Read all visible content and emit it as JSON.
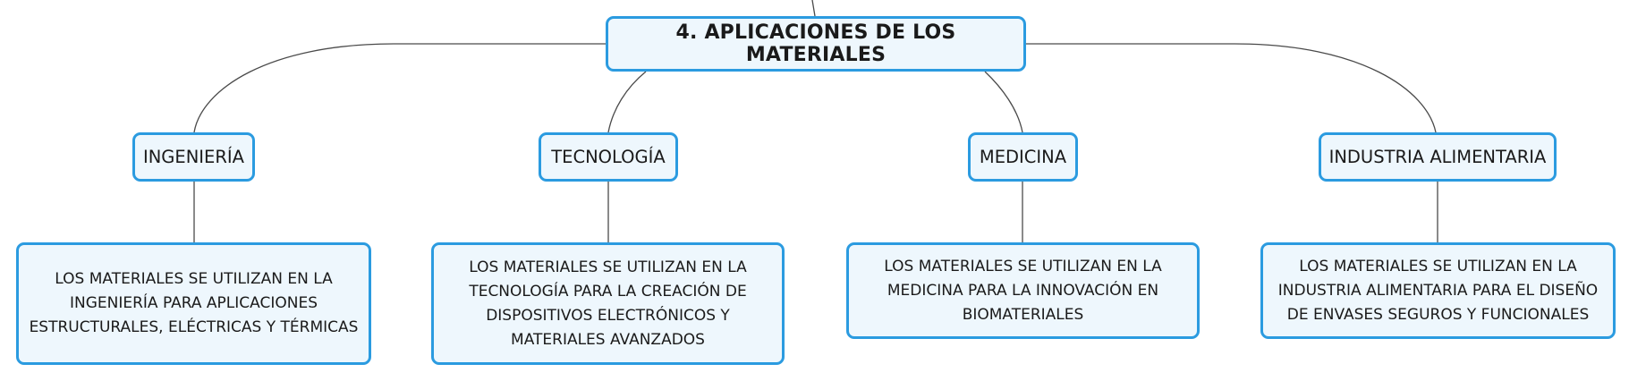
{
  "main_topic": "4. APLICACIONES DE LOS MATERIALES",
  "categories": [
    {
      "label": "INGENIERÍA",
      "description": "LOS MATERIALES SE UTILIZAN EN LA INGENIERÍA PARA APLICACIONES ESTRUCTURALES, ELÉCTRICAS Y TÉRMICAS"
    },
    {
      "label": "TECNOLOGÍA",
      "description": "LOS MATERIALES SE UTILIZAN EN LA TECNOLOGÍA PARA LA CREACIÓN DE DISPOSITIVOS ELECTRÓNICOS Y MATERIALES AVANZADOS"
    },
    {
      "label": "MEDICINA",
      "description": "LOS MATERIALES SE UTILIZAN EN LA MEDICINA PARA LA INNOVACIÓN EN BIOMATERIALES"
    },
    {
      "label": "INDUSTRIA ALIMENTARIA",
      "description": "LOS MATERIALES SE UTILIZAN EN LA INDUSTRIA ALIMENTARIA PARA EL DISEÑO DE ENVASES SEGUROS Y FUNCIONALES"
    }
  ],
  "colors": {
    "node_border": "#2b9be0",
    "node_fill": "#eef7fd",
    "connector": "#4a4a4a",
    "text": "#1a1a1a"
  }
}
